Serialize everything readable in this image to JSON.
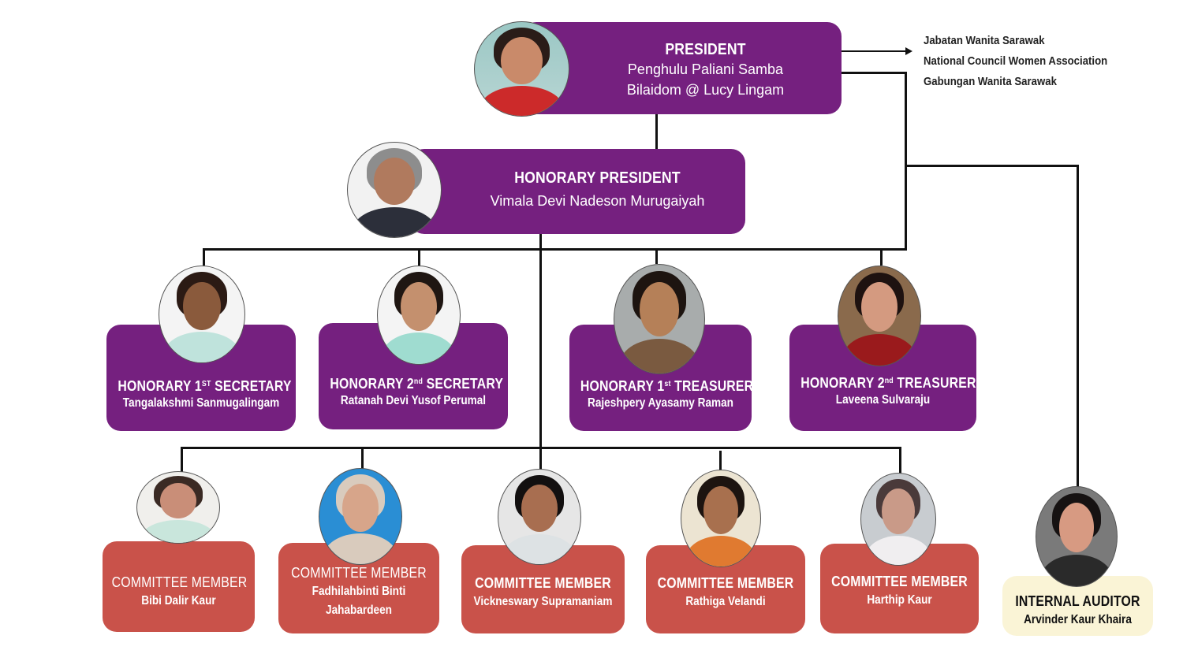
{
  "affiliations": [
    "Jabatan Wanita Sarawak",
    "National Council Women Association",
    "Gabungan Wanita Sarawak"
  ],
  "colors": {
    "executive": "#75207f",
    "committee": "#c9524a",
    "auditor": "#faf4d6",
    "connector": "#111111"
  },
  "president": {
    "role": "PRESIDENT",
    "name_line1": "Penghulu Paliani Samba",
    "name_line2": "Bilaidom @ Lucy Lingam"
  },
  "honorary_president": {
    "role": "HONORARY PRESIDENT",
    "name": "Vimala Devi Nadeson Murugaiyah"
  },
  "officers": [
    {
      "role_prefix": "HONORARY 1",
      "role_sup": "ST",
      "role_suffix": " SECRETARY",
      "name": "Tangalakshmi Sanmugalingam"
    },
    {
      "role_prefix": "HONORARY 2",
      "role_sup": "nd",
      "role_suffix": " SECRETARY",
      "name": "Ratanah Devi Yusof Perumal"
    },
    {
      "role_prefix": "HONORARY 1",
      "role_sup": "st",
      "role_suffix": " TREASURER",
      "name": "Rajeshpery Ayasamy Raman"
    },
    {
      "role_prefix": "HONORARY 2",
      "role_sup": "nd",
      "role_suffix": " TREASURER",
      "name": "Laveena Sulvaraju"
    }
  ],
  "committee": [
    {
      "role": "COMMITTEE MEMBER",
      "name_line1": "Bibi Dalir Kaur",
      "name_line2": ""
    },
    {
      "role": "COMMITTEE MEMBER",
      "name_line1": "Fadhilahbinti Binti",
      "name_line2": "Jahabardeen"
    },
    {
      "role": "COMMITTEE MEMBER",
      "name_line1": "Vickneswary Supramaniam",
      "name_line2": ""
    },
    {
      "role": "COMMITTEE MEMBER",
      "name_line1": "Rathiga Velandi",
      "name_line2": ""
    },
    {
      "role": "COMMITTEE MEMBER",
      "name_line1": "Harthip Kaur",
      "name_line2": ""
    }
  ],
  "auditor": {
    "role": "INTERNAL AUDITOR",
    "name": "Arvinder Kaur Khaira"
  }
}
